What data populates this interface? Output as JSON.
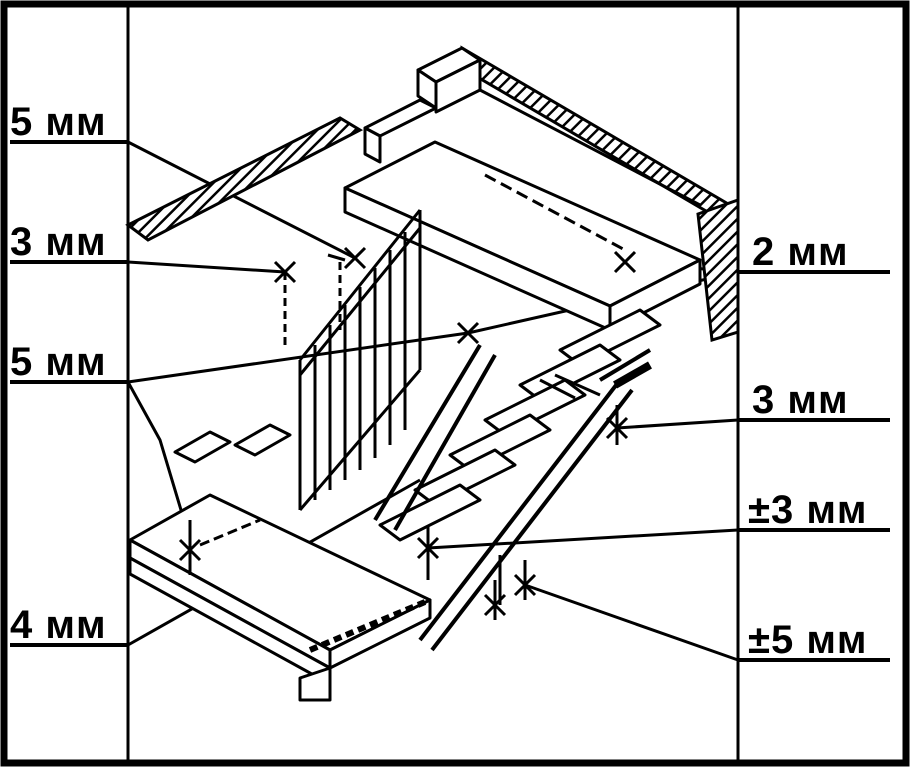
{
  "labels": {
    "left": [
      "5 мм",
      "3 мм",
      "5 мм",
      "4 мм"
    ],
    "right": [
      "2 мм",
      "3 мм",
      "±3 мм",
      "±5 мм"
    ]
  },
  "colors": {
    "ink": "#000000",
    "paper": "#ffffff"
  }
}
